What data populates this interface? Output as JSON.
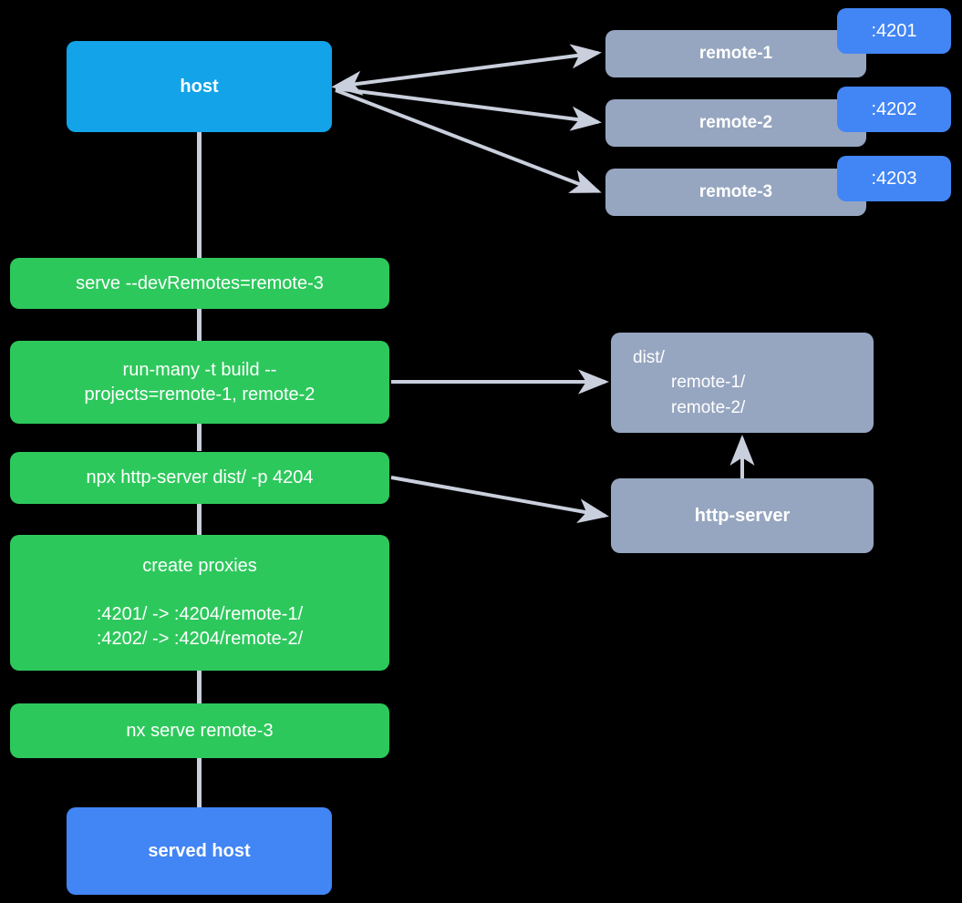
{
  "diagram": {
    "title": "host serve with devRemotes flow",
    "background": "#000000",
    "colors": {
      "host": "#12A3E8",
      "served_host": "#4285F4",
      "command": "#2DC85C",
      "remote": "#96A6C0",
      "badge": "#4285F4",
      "edge": "#C9CFDC",
      "text": "#FFFFFF"
    }
  },
  "nodes": {
    "host": {
      "label": "host"
    },
    "served_host": {
      "label": "served host"
    },
    "remotes": [
      {
        "label": "remote-1",
        "port": ":4201"
      },
      {
        "label": "remote-2",
        "port": ":4202"
      },
      {
        "label": "remote-3",
        "port": ":4203"
      }
    ],
    "commands": [
      {
        "label": "serve --devRemotes=remote-3"
      },
      {
        "line1": "run-many -t build --",
        "line2": "projects=remote-1, remote-2"
      },
      {
        "label": "npx http-server dist/ -p 4204"
      },
      {
        "title": "create proxies",
        "mappings": [
          ":4201/ -> :4204/remote-1/",
          ":4202/ -> :4204/remote-2/"
        ]
      },
      {
        "label": "nx serve remote-3"
      }
    ],
    "dist": {
      "root": "dist/",
      "children": [
        "remote-1/",
        "remote-2/"
      ]
    },
    "http_server": {
      "label": "http-server"
    }
  }
}
